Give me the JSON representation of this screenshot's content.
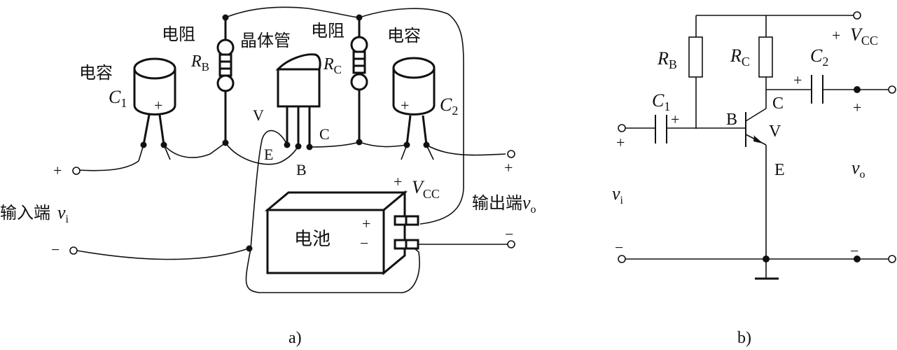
{
  "figure_a": {
    "caption": "a)",
    "capacitor_c1": {
      "name": "电容",
      "symbol": "C",
      "sub": "1",
      "polarity": "+"
    },
    "resistor_rb": {
      "name": "电阻",
      "symbol": "R",
      "sub": "B"
    },
    "transistor": {
      "name": "晶体管",
      "symbol": "V",
      "pins": {
        "e": "E",
        "b": "B",
        "c": "C"
      }
    },
    "resistor_rc": {
      "name": "电阻",
      "symbol": "R",
      "sub": "C"
    },
    "capacitor_c2": {
      "name": "电容",
      "symbol": "C",
      "sub": "2",
      "polarity": "+"
    },
    "battery": {
      "name": "电池",
      "plus": "+",
      "minus": "−",
      "vcc_sign": "+",
      "vcc_symbol": "V",
      "vcc_sub": "CC"
    },
    "input": {
      "label": "输入端",
      "symbol": "v",
      "sub": "i",
      "plus": "+",
      "minus": "−"
    },
    "output": {
      "label": "输出端",
      "symbol": "v",
      "sub": "o",
      "plus": "+",
      "minus": "−"
    }
  },
  "figure_b": {
    "caption": "b)",
    "vcc": {
      "sign": "+",
      "symbol": "V",
      "sub": "CC"
    },
    "rb": {
      "symbol": "R",
      "sub": "B"
    },
    "rc": {
      "symbol": "R",
      "sub": "C"
    },
    "c1": {
      "symbol": "C",
      "sub": "1",
      "polarity": "+"
    },
    "c2": {
      "symbol": "C",
      "sub": "2",
      "polarity": "+"
    },
    "transistor": {
      "symbol": "V",
      "b": "B",
      "c": "C",
      "e": "E"
    },
    "input": {
      "symbol": "v",
      "sub": "i",
      "plus": "+",
      "minus": "−"
    },
    "output": {
      "symbol": "v",
      "sub": "o",
      "plus": "+",
      "minus": "−"
    }
  }
}
